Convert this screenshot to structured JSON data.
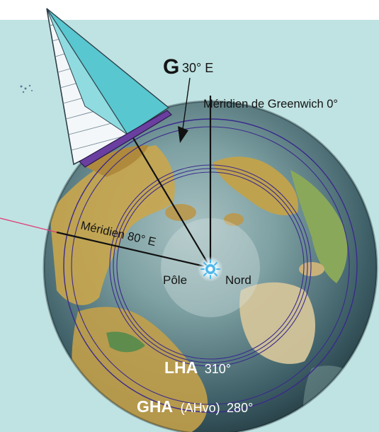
{
  "labels": {
    "g_letter": "G",
    "g_value": "30° E",
    "greenwich": "Méridien de Greenwich 0°",
    "meridian80": "Méridien 80° E",
    "pole": "Pôle",
    "nord": "Nord",
    "lha_label": "LHA",
    "lha_value": "310°",
    "gha_label": "GHA",
    "gha_paren": "(AHvo)",
    "gha_value": "280°"
  },
  "colors": {
    "background": "#bfe3e2",
    "orbit_lines": "#3a2a8c",
    "pointer_line": "#e0407a",
    "hull": "#6a3fa0",
    "jib": "#58c7cf",
    "label_white": "#ffffff",
    "label_dark": "#141414"
  }
}
